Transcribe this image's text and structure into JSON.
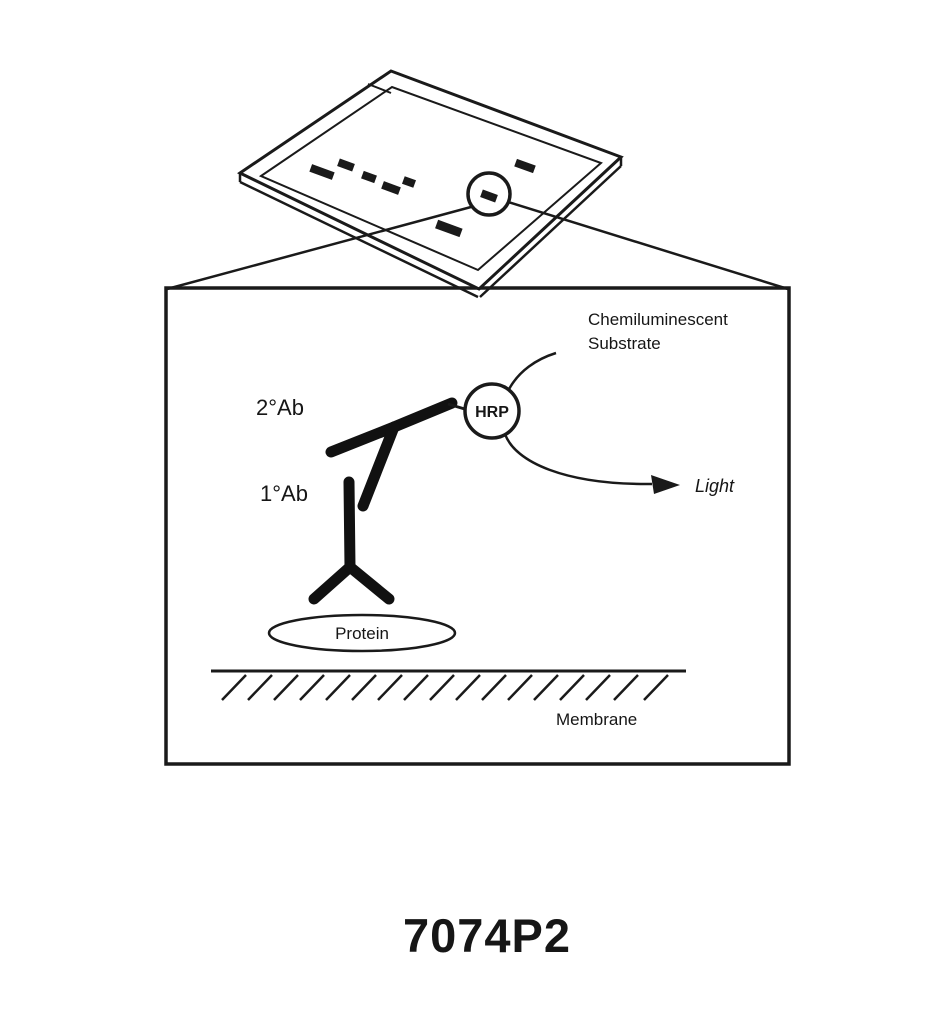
{
  "diagram": {
    "labels": {
      "substrate_line1": "Chemiluminescent",
      "substrate_line2": "Substrate",
      "light": "Light",
      "secondary_antibody": "2°Ab",
      "primary_antibody": "1°Ab",
      "enzyme": "HRP",
      "protein": "Protein",
      "membrane": "Membrane"
    },
    "caption": "7074P2",
    "colors": {
      "ink": "#1a1a1a",
      "background": "#ffffff"
    }
  }
}
